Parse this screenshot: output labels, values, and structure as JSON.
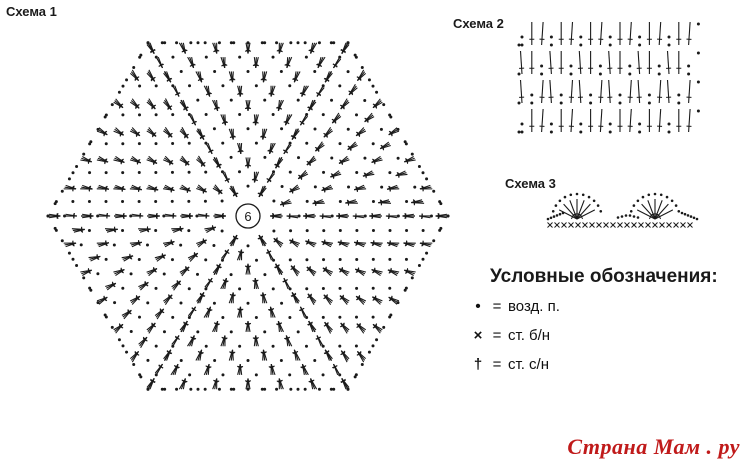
{
  "scheme1": {
    "title": "Схема 1",
    "center_label": "6"
  },
  "scheme2": {
    "title": "Схема 2"
  },
  "scheme3": {
    "title": "Схема 3"
  },
  "legend": {
    "title": "Условные обозначения:",
    "items": [
      {
        "symbol": "•",
        "eq": "=",
        "text": "возд. п."
      },
      {
        "symbol": "×",
        "eq": "=",
        "text": "ст. б/н"
      },
      {
        "symbol": "†",
        "eq": "=",
        "text": "ст. с/н"
      }
    ]
  },
  "watermark": "Страна Мам . ру",
  "colors": {
    "ink": "#1a1a1a",
    "watermark": "#c01a1a"
  }
}
